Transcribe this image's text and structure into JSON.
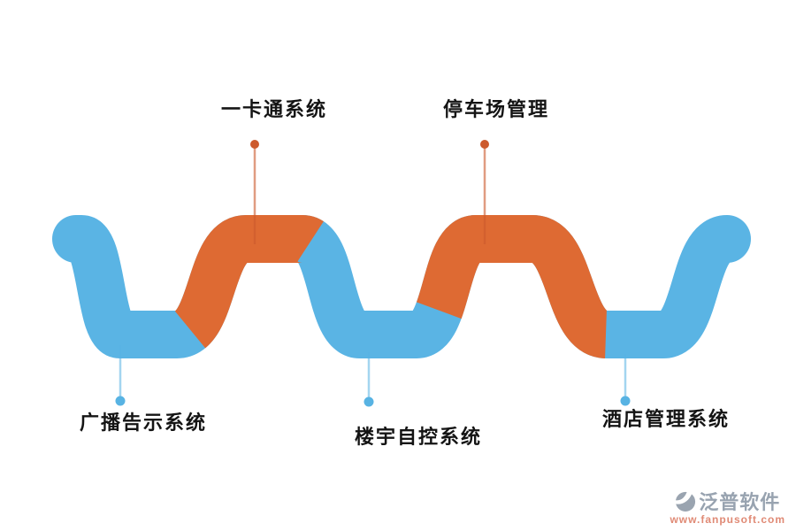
{
  "diagram": {
    "items": [
      {
        "label": "一卡通系统",
        "position": "top",
        "color": "orange"
      },
      {
        "label": "停车场管理",
        "position": "top",
        "color": "orange"
      },
      {
        "label": "广播告示系统",
        "position": "bottom",
        "color": "blue"
      },
      {
        "label": "楼宇自控系统",
        "position": "bottom",
        "color": "blue"
      },
      {
        "label": "酒店管理系统",
        "position": "bottom",
        "color": "blue"
      }
    ],
    "colors": {
      "blue": "#5AB4E4",
      "orange": "#DE6A33",
      "top_connector": "#CC5A2D",
      "bottom_connector": "#58B3E3",
      "label_text": "#141414"
    }
  },
  "watermark": {
    "brand": "泛普软件",
    "url": "www.fanpusoft.com",
    "brand_color": "#98A3B0",
    "url_color": "#E08A75"
  }
}
